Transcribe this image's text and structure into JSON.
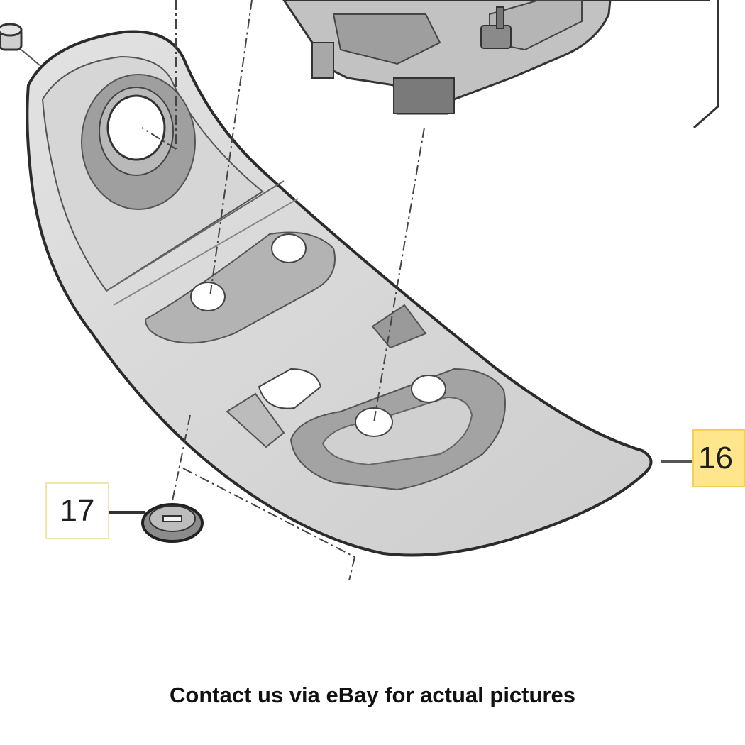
{
  "callouts": {
    "part_16": "16",
    "part_17": "17"
  },
  "caption": "Contact us via eBay for actual pictures",
  "colors": {
    "highlight": "#ffe58c",
    "part_fill": "#d9d9d9",
    "outline": "#333333"
  }
}
